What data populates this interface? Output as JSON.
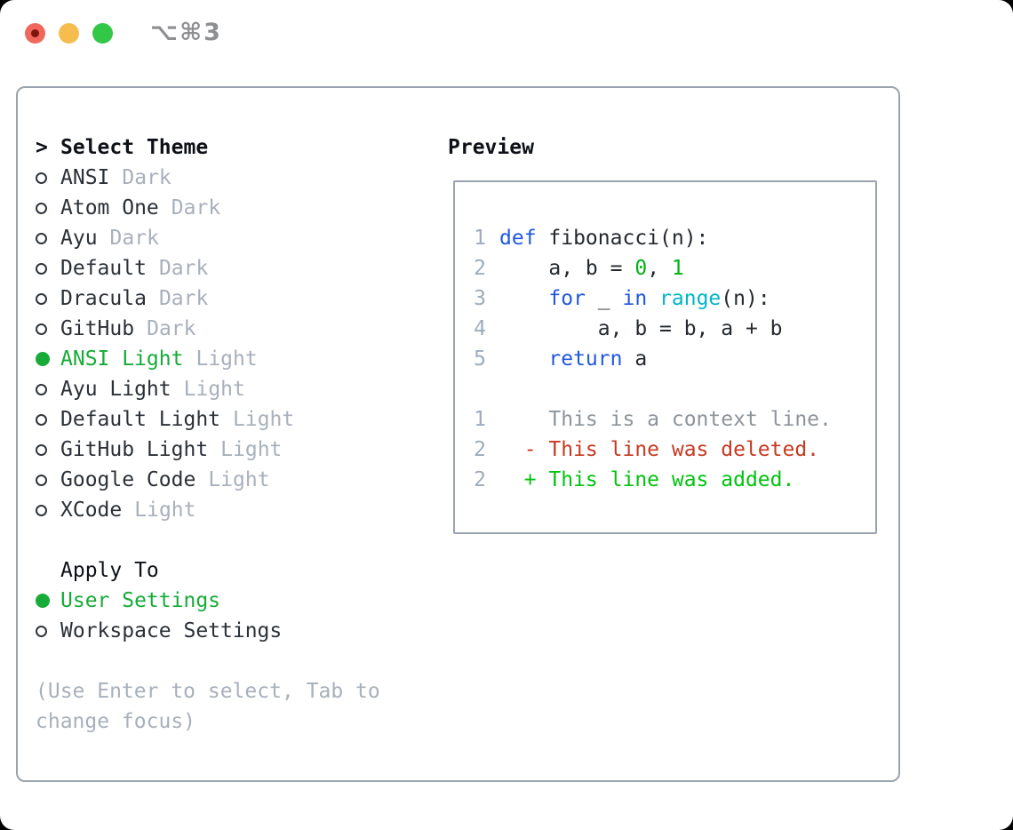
{
  "titlebar": {
    "title": "⌥⌘3"
  },
  "theme_panel": {
    "header_prefix": ">",
    "header": "Select Theme",
    "items": [
      {
        "name": "ANSI",
        "tag": "Dark",
        "selected": false
      },
      {
        "name": "Atom One",
        "tag": "Dark",
        "selected": false
      },
      {
        "name": "Ayu",
        "tag": "Dark",
        "selected": false
      },
      {
        "name": "Default",
        "tag": "Dark",
        "selected": false
      },
      {
        "name": "Dracula",
        "tag": "Dark",
        "selected": false
      },
      {
        "name": "GitHub",
        "tag": "Dark",
        "selected": false
      },
      {
        "name": "ANSI Light",
        "tag": "Light",
        "selected": true
      },
      {
        "name": "Ayu Light",
        "tag": "Light",
        "selected": false
      },
      {
        "name": "Default Light",
        "tag": "Light",
        "selected": false
      },
      {
        "name": "GitHub Light",
        "tag": "Light",
        "selected": false
      },
      {
        "name": "Google Code",
        "tag": "Light",
        "selected": false
      },
      {
        "name": "XCode",
        "tag": "Light",
        "selected": false
      }
    ],
    "apply_to": {
      "header": "Apply To",
      "options": [
        {
          "label": "User Settings",
          "selected": true
        },
        {
          "label": "Workspace Settings",
          "selected": false
        }
      ]
    },
    "hint": "(Use Enter to select, Tab to change focus)"
  },
  "preview": {
    "header": "Preview",
    "rows": [
      {
        "type": "code",
        "num": "1",
        "tokens": [
          {
            "text": "def",
            "style": "keyword"
          },
          {
            "text": " fibonacci(n):",
            "style": "plain"
          }
        ]
      },
      {
        "type": "code",
        "num": "2",
        "tokens": [
          {
            "text": "    a, b = ",
            "style": "plain"
          },
          {
            "text": "0",
            "style": "number"
          },
          {
            "text": ", ",
            "style": "plain"
          },
          {
            "text": "1",
            "style": "number"
          }
        ]
      },
      {
        "type": "code",
        "num": "3",
        "tokens": [
          {
            "text": "    ",
            "style": "plain"
          },
          {
            "text": "for",
            "style": "keyword"
          },
          {
            "text": " _ ",
            "style": "plain"
          },
          {
            "text": "in",
            "style": "keyword"
          },
          {
            "text": " ",
            "style": "plain"
          },
          {
            "text": "range",
            "style": "builtin"
          },
          {
            "text": "(n):",
            "style": "plain"
          }
        ]
      },
      {
        "type": "code",
        "num": "4",
        "tokens": [
          {
            "text": "        a, b = b, a + b",
            "style": "plain"
          }
        ]
      },
      {
        "type": "code",
        "num": "5",
        "tokens": [
          {
            "text": "    ",
            "style": "plain"
          },
          {
            "text": "return",
            "style": "keyword"
          },
          {
            "text": " a",
            "style": "plain"
          }
        ]
      },
      {
        "type": "blank"
      },
      {
        "type": "code",
        "num": "1",
        "tokens": [
          {
            "text": "    This is a context line.",
            "style": "diff-context"
          }
        ]
      },
      {
        "type": "code",
        "num": "2",
        "tokens": [
          {
            "text": "  - This line was deleted.",
            "style": "diff-deleted"
          }
        ]
      },
      {
        "type": "code",
        "num": "2",
        "tokens": [
          {
            "text": "  + This line was added.",
            "style": "diff-added"
          }
        ]
      }
    ]
  },
  "colors": {
    "titlebar-text": "#8e8f92",
    "traffic-red": "#f0685c",
    "traffic-red-dot": "#7d150d",
    "traffic-yellow": "#f6bd4e",
    "traffic-green": "#33c748",
    "frame-border": "#9aa3af",
    "header-text": "#0d1117",
    "item-text": "#2b3138",
    "muted-text": "#a7b0bc",
    "ring-color": "#30363d",
    "accent-green": "#17ab38",
    "code-plain": "#24292f",
    "code-keyword": "#2057e3",
    "code-builtin": "#00b6c8",
    "code-number": "#00b312",
    "line-number": "#9cabbd",
    "diff-context": "#8d949c",
    "diff-deleted": "#c63a22",
    "diff-added": "#00c30e"
  }
}
